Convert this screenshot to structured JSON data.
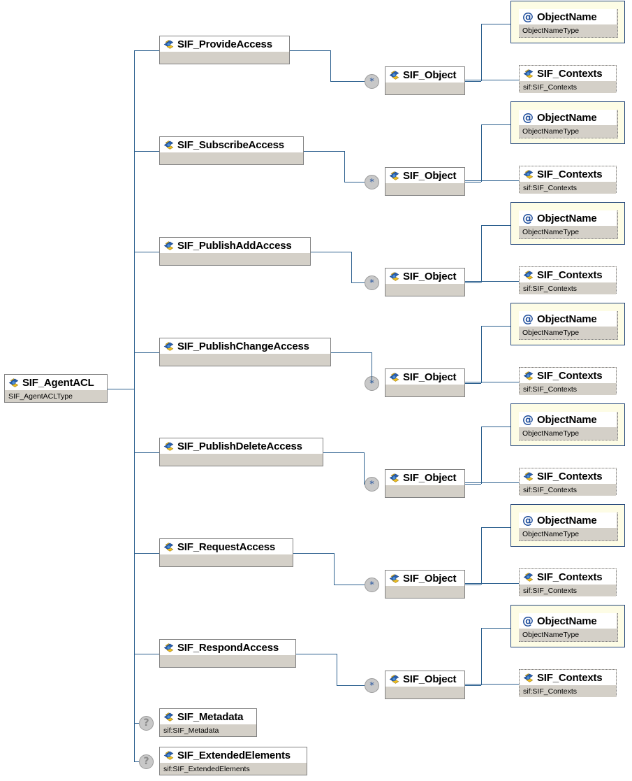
{
  "diagram": {
    "kind": "xml-schema-content-model",
    "background": "#ffffff",
    "line_color": "#2b5f8e",
    "box_fill": "#d4d0c8",
    "attr_frame_color": "#24477a",
    "attr_fill": "#fdfce5",
    "icons": {
      "element": "element-icon",
      "attribute": "attribute-at-icon",
      "unbounded": "asterisk-occurrence-icon",
      "optional": "question-occurrence-icon"
    }
  },
  "root": {
    "name": "SIF_AgentACL",
    "type": "SIF_AgentACLType",
    "icon": "element-icon"
  },
  "occurrence": {
    "unbounded": "*",
    "optional": "?"
  },
  "object_node": {
    "name": "SIF_Object",
    "type": "",
    "icon": "element-icon",
    "occurrence": "*"
  },
  "object_children": {
    "attribute": {
      "name": "ObjectName",
      "type": "ObjectNameType",
      "icon": "attribute-at-icon"
    },
    "element": {
      "name": "SIF_Contexts",
      "type": "sif:SIF_Contexts",
      "icon": "element-icon"
    }
  },
  "access_nodes": [
    {
      "name": "SIF_ProvideAccess",
      "type": "",
      "icon": "element-icon"
    },
    {
      "name": "SIF_SubscribeAccess",
      "type": "",
      "icon": "element-icon"
    },
    {
      "name": "SIF_PublishAddAccess",
      "type": "",
      "icon": "element-icon"
    },
    {
      "name": "SIF_PublishChangeAccess",
      "type": "",
      "icon": "element-icon"
    },
    {
      "name": "SIF_PublishDeleteAccess",
      "type": "",
      "icon": "element-icon"
    },
    {
      "name": "SIF_RequestAccess",
      "type": "",
      "icon": "element-icon"
    },
    {
      "name": "SIF_RespondAccess",
      "type": "",
      "icon": "element-icon"
    }
  ],
  "optional_nodes": [
    {
      "name": "SIF_Metadata",
      "type": "sif:SIF_Metadata",
      "icon": "element-icon",
      "occurrence": "?"
    },
    {
      "name": "SIF_ExtendedElements",
      "type": "sif:SIF_ExtendedElements",
      "icon": "element-icon",
      "occurrence": "?"
    }
  ]
}
